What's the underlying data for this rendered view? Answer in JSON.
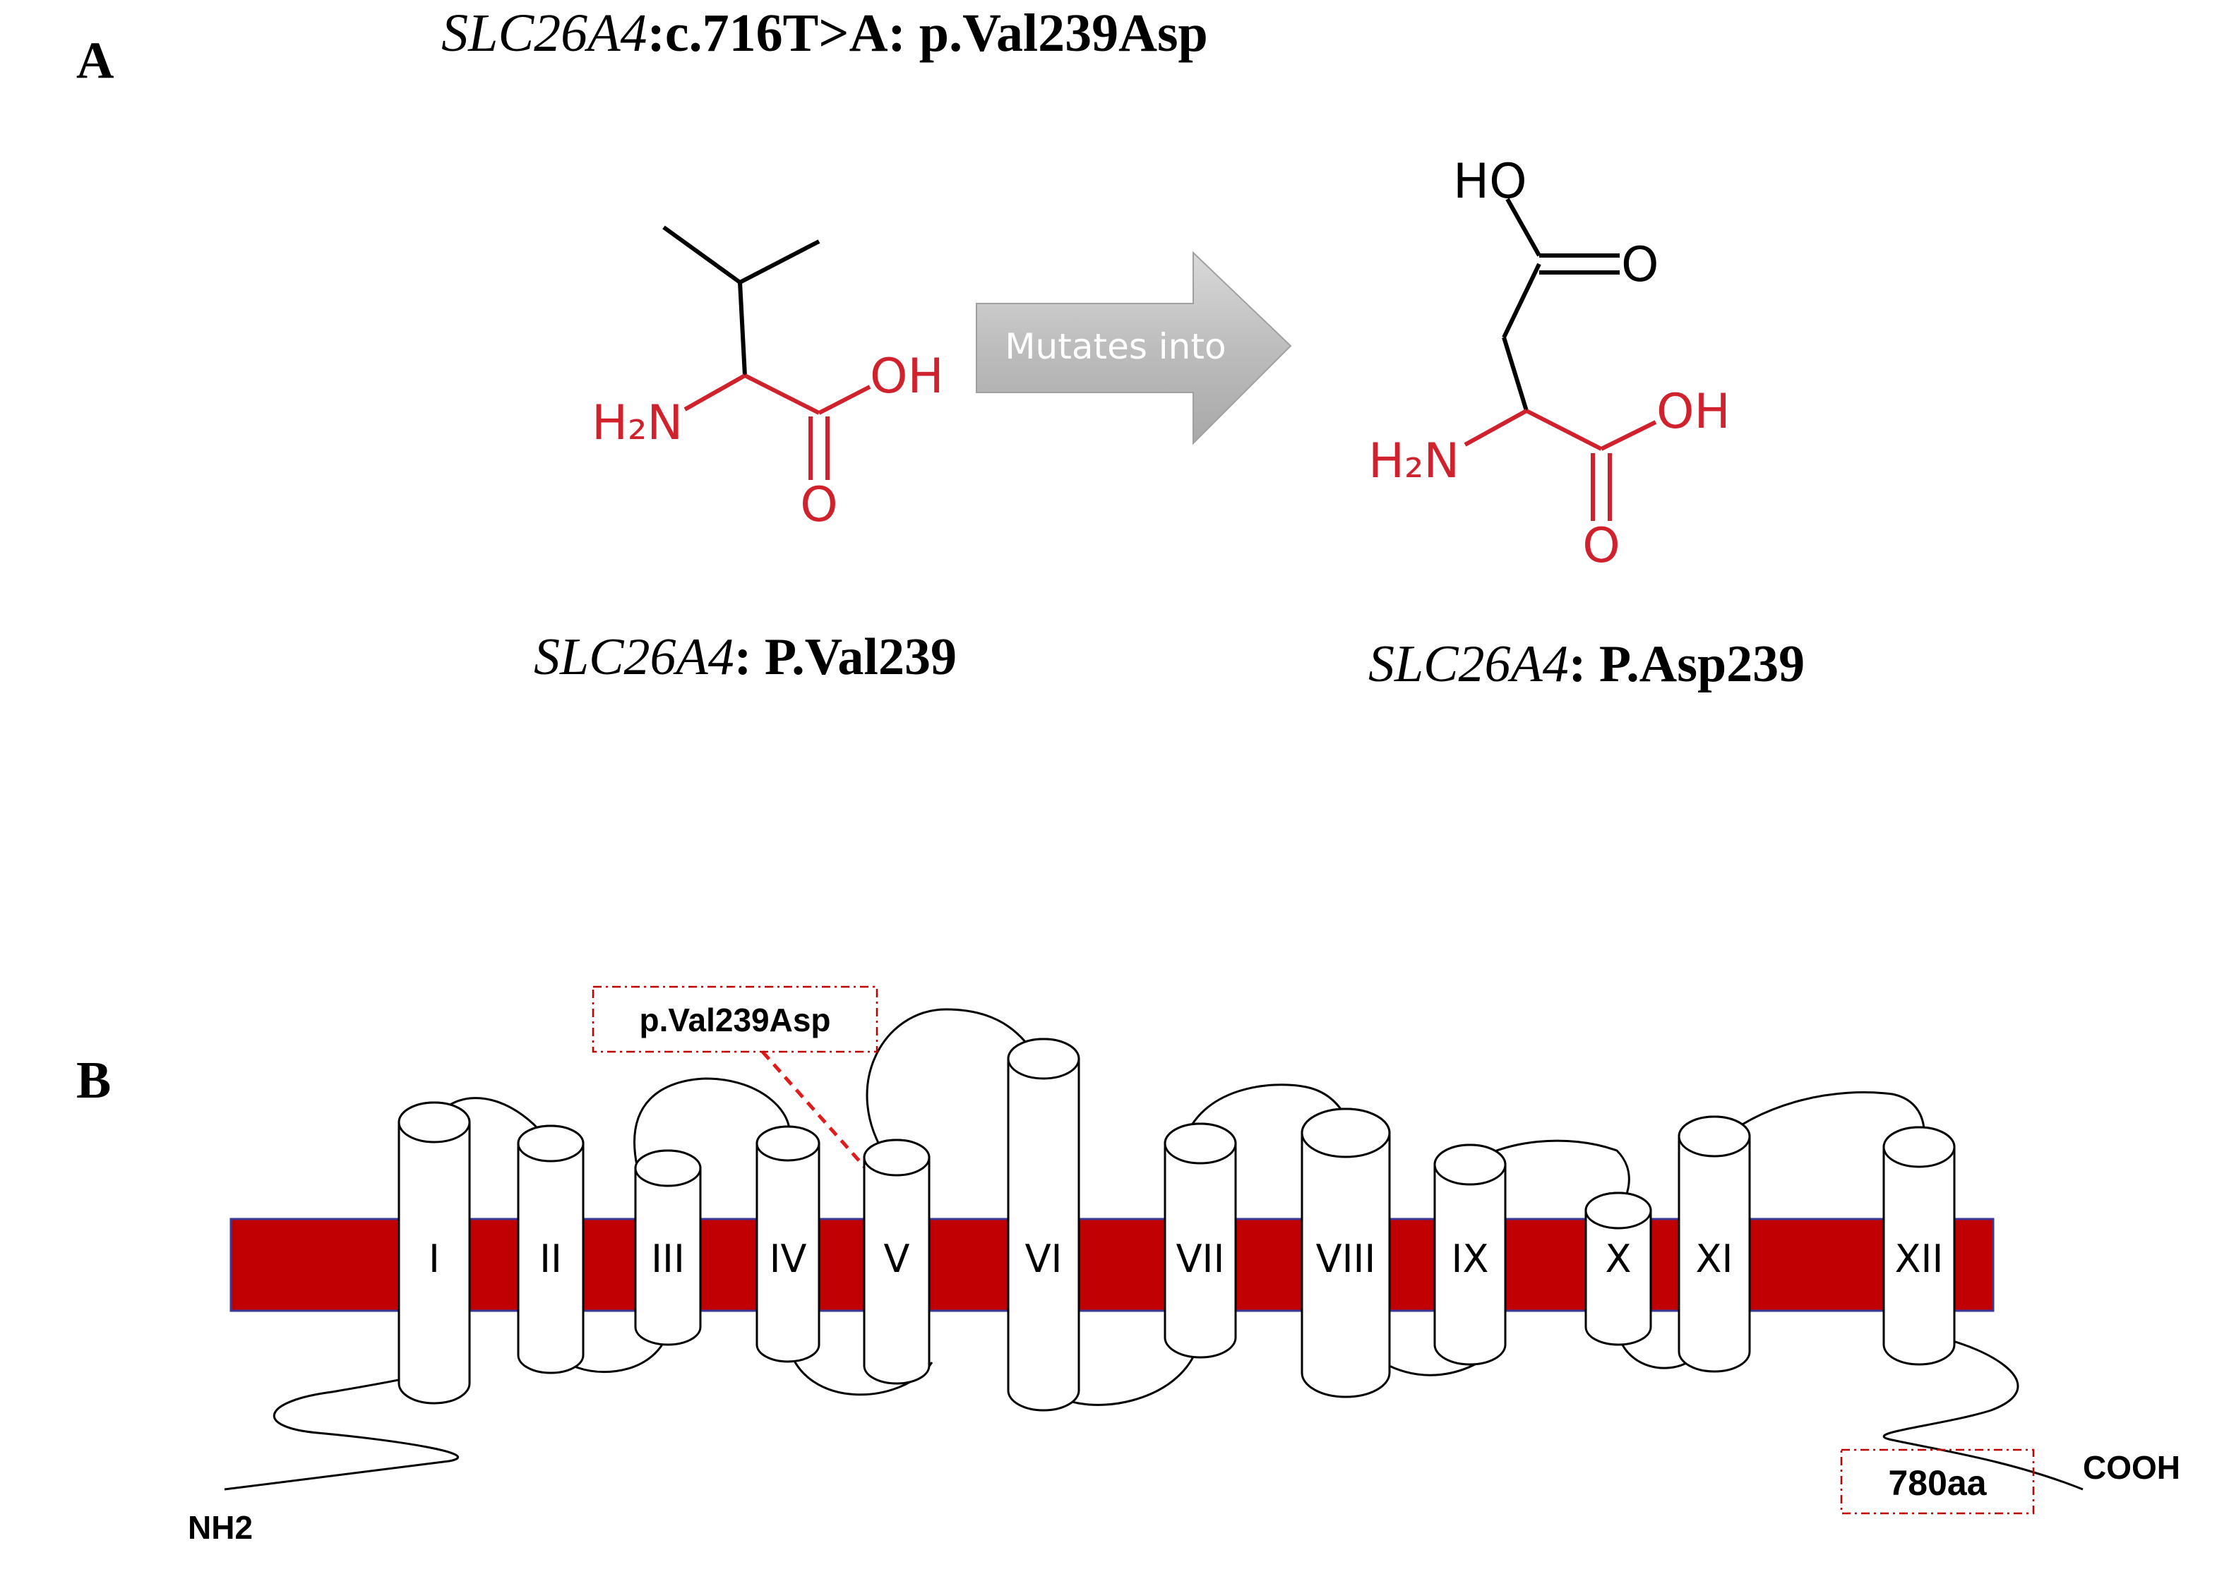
{
  "panel_a": {
    "label": "A",
    "title_gene": "SLC26A4",
    "title_variant": ":c.716T>A: p.Val239Asp",
    "arrow_label": "Mutates into",
    "left_caption_gene": "SLC26A4",
    "left_caption_residue": ": P.Val239",
    "right_caption_gene": "SLC26A4",
    "right_caption_residue": ": P.Asp239",
    "valine": {
      "amine": "H₂N",
      "hydroxyl": "OH",
      "oxygen": "O"
    },
    "aspartate": {
      "side_hydroxyl": "HO",
      "side_oxygen": "O",
      "amine": "H₂N",
      "hydroxyl": "OH",
      "oxygen": "O"
    }
  },
  "panel_b": {
    "label": "B",
    "mutation_label": "p.Val239Asp",
    "n_terminus": "NH2",
    "c_terminus": "COOH",
    "length_label": "780aa",
    "helices": [
      "I",
      "II",
      "III",
      "IV",
      "V",
      "VI",
      "VII",
      "VIII",
      "IX",
      "X",
      "XI",
      "XII"
    ]
  },
  "colors": {
    "membrane": "#c00000",
    "membrane_border": "#3a3a9a",
    "amino_acid": "#d0222c",
    "callout_box": "#c00000",
    "arrow_fill": "#bdbdbd"
  }
}
